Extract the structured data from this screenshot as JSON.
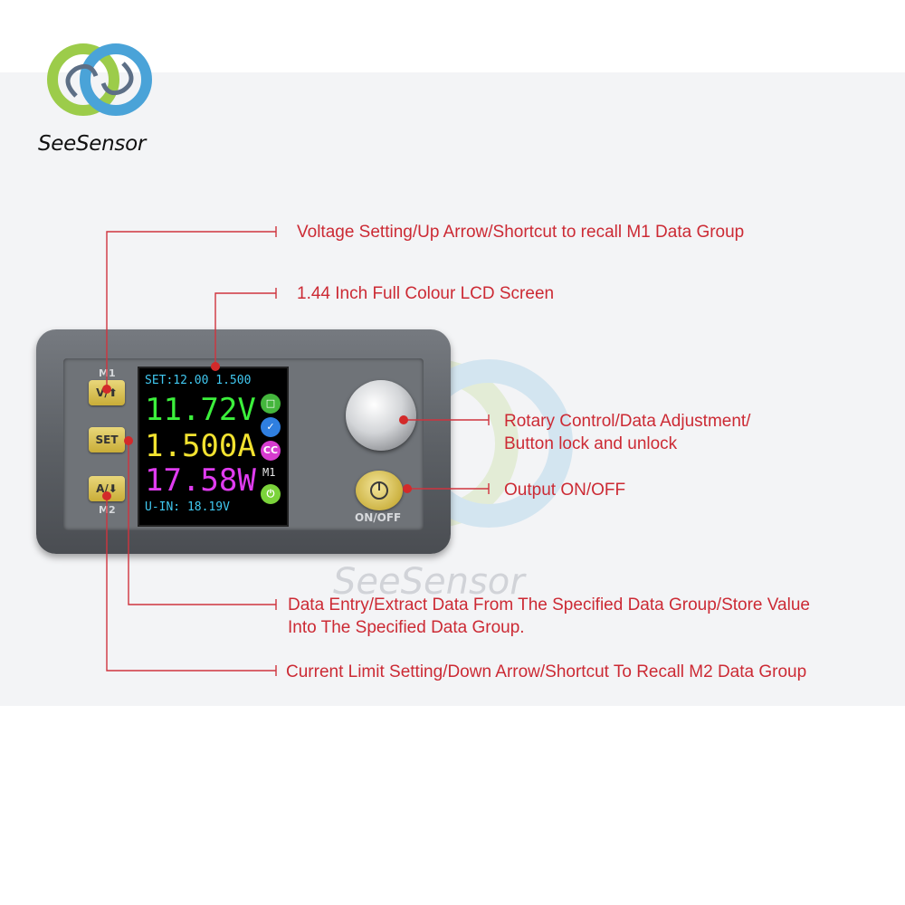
{
  "brand": {
    "name": "SeeSensor",
    "watermark": "SeeSensor"
  },
  "device": {
    "buttons": {
      "v_up": {
        "label": "V/⬆",
        "caption": "M1"
      },
      "set": {
        "label": "SET"
      },
      "a_down": {
        "label": "A/⬇",
        "caption": "M2"
      }
    },
    "lcd": {
      "set_line": "SET:12.00 1.500",
      "voltage": "11.72V",
      "current": "1.500A",
      "power": "17.58W",
      "vin": "U-IN: 18.19V",
      "cc": "CC",
      "group": "M1"
    },
    "onoff_label": "ON/OFF"
  },
  "labels": {
    "voltage_setting": "Voltage Setting/Up Arrow/Shortcut to recall M1 Data Group",
    "lcd_screen": "1.44 Inch Full Colour LCD Screen",
    "rotary_line1": "Rotary Control/Data Adjustment/",
    "rotary_line2": "Button lock and unlock",
    "output": "Output ON/OFF",
    "data_entry_line1": "Data Entry/Extract Data From The Specified Data Group/Store Value",
    "data_entry_line2": "Into The Specified Data Group.",
    "current_limit": "Current Limit Setting/Down Arrow/Shortcut To Recall M2 Data Group"
  },
  "colors": {
    "annotation": "#cc2a34",
    "lcd_voltage": "#3cf03c",
    "lcd_current": "#f2e230",
    "lcd_power": "#e03cf0",
    "lcd_info": "#40c8f0"
  }
}
